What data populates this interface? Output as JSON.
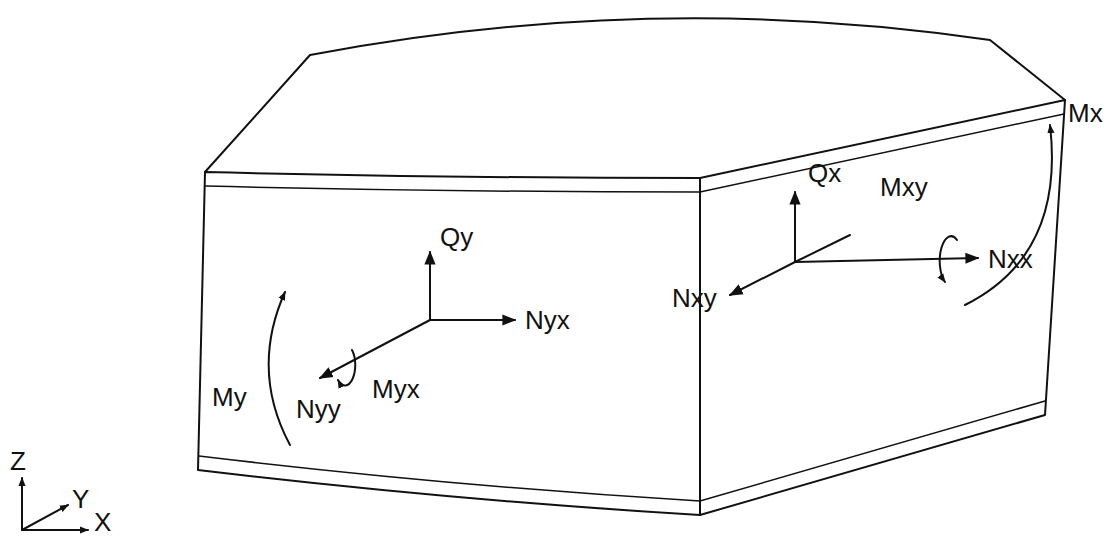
{
  "diagram": {
    "labels": [
      "Qx",
      "Mxy",
      "Mx",
      "Qy",
      "Nyx",
      "Nxy",
      "Nxx",
      "My",
      "Myx",
      "Nyy",
      "Z",
      "Y",
      "X"
    ]
  }
}
